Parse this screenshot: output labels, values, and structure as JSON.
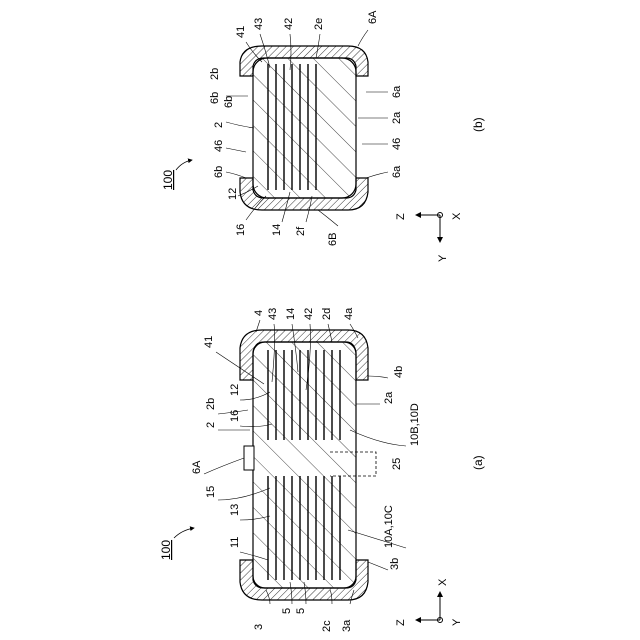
{
  "figure_b": {
    "caption": "(b)",
    "reference": "100",
    "labels": {
      "l41": "41",
      "l43": "43",
      "l42": "42",
      "l2e": "2e",
      "l6A": "6A",
      "l6b_top": "6b",
      "l2b": "2b",
      "l6b_mid": "6b",
      "l2": "2",
      "l46_left": "46",
      "l6b_low": "6b",
      "l12": "12",
      "l16": "16",
      "l14": "14",
      "l2f": "2f",
      "l6B": "6B",
      "l6a_top": "6a",
      "l2a": "2a",
      "l46_right": "46",
      "l6a_low": "6a"
    },
    "axes": {
      "z": "Z",
      "x": "X",
      "y": "Y"
    }
  },
  "figure_a": {
    "caption": "(a)",
    "reference": "100",
    "labels": {
      "l4_top": "4",
      "l43": "43",
      "l14": "14",
      "l42": "42",
      "l2d": "2d",
      "l4a": "4a",
      "l41": "41",
      "l2b": "2b",
      "l12": "12",
      "l2": "2",
      "l16": "16",
      "l6A": "6A",
      "l15": "15",
      "l13": "13",
      "l11": "11",
      "l3": "3",
      "l5a": "5",
      "l5b": "5",
      "l2c": "2c",
      "l3a": "3a",
      "l4b": "4b",
      "l2a": "2a",
      "l10BD": "10B,10D",
      "l25": "25",
      "l10AC": "10A,10C",
      "l3b": "3b"
    },
    "axes": {
      "z": "Z",
      "x": "X",
      "y": "Y"
    }
  }
}
